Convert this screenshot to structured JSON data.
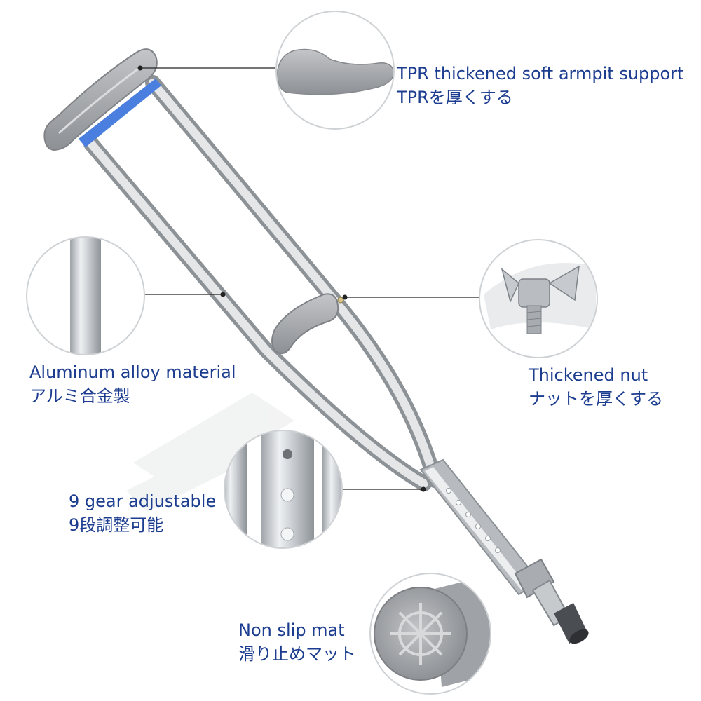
{
  "callouts": {
    "armpit": {
      "en": "TPR thickened soft armpit support",
      "ja": "TPRを厚くする",
      "icon": "armpit-pad-icon"
    },
    "aluminum": {
      "en": "Aluminum alloy material",
      "ja": "アルミ合金製",
      "icon": "aluminum-tube-icon"
    },
    "nut": {
      "en": "Thickened nut",
      "ja": "ナットを厚くする",
      "icon": "wing-nut-icon"
    },
    "gear": {
      "en": "9 gear adjustable",
      "ja": "9段調整可能",
      "icon": "adjustment-holes-icon"
    },
    "mat": {
      "en": "Non slip mat",
      "ja": "滑り止めマット",
      "icon": "rubber-tip-icon"
    }
  },
  "colors": {
    "label_text": "#1b3c8f",
    "crutch_pad": "#a9abae",
    "pad_blue": "#4a7fe0",
    "leader_line": "#222222"
  }
}
